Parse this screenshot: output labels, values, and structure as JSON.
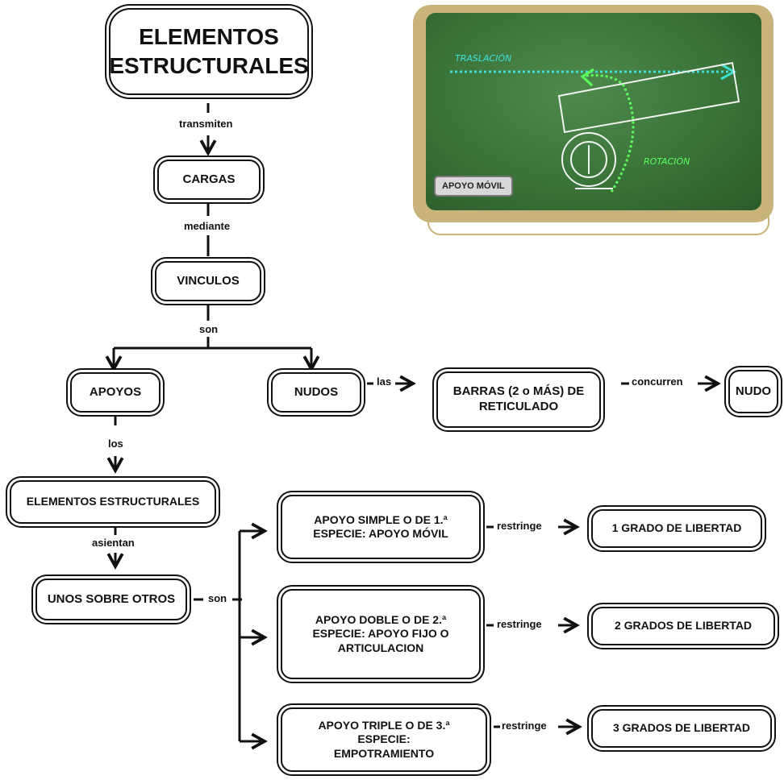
{
  "nodes": {
    "elementos": "ELEMENTOS ESTRUCTURALES",
    "cargas": "CARGAS",
    "vinculos": "VINCULOS",
    "apoyos": "APOYOS",
    "nudos": "NUDOS",
    "barras": "BARRAS (2 o MÁS) DE RETICULADO",
    "nudo": "NUDO",
    "elementos2": "ELEMENTOS ESTRUCTURALES",
    "unos": "UNOS SOBRE OTROS",
    "apoyo_simple": "APOYO SIMPLE O DE 1.ª ESPECIE: APOYO MÓVIL",
    "apoyo_doble": "APOYO DOBLE O DE 2.ª ESPECIE: APOYO FIJO O ARTICULACION",
    "apoyo_triple": "APOYO TRIPLE O DE 3.ª ESPECIE: EMPOTRAMIENTO",
    "grado1": "1 GRADO DE LIBERTAD",
    "grado2": "2 GRADOS DE LIBERTAD",
    "grado3": "3 GRADOS DE LIBERTAD"
  },
  "links": {
    "transmiten": "transmiten",
    "mediante": "mediante",
    "son1": "son",
    "las": "las",
    "concurren": "concurren",
    "los": "los",
    "asientan": "asientan",
    "son2": "son",
    "restringe1": "restringe",
    "restringe2": "restringe",
    "restringe3": "restringe"
  },
  "photo": {
    "traslacion": "TRASLACIÓN",
    "rotacion": "ROTACIÓN",
    "button": "APOYO MÓVIL",
    "colors": {
      "board": "#3a7338",
      "frame": "#c8b37a",
      "cyan": "#3fe0d8",
      "green": "#5dff5d"
    }
  }
}
